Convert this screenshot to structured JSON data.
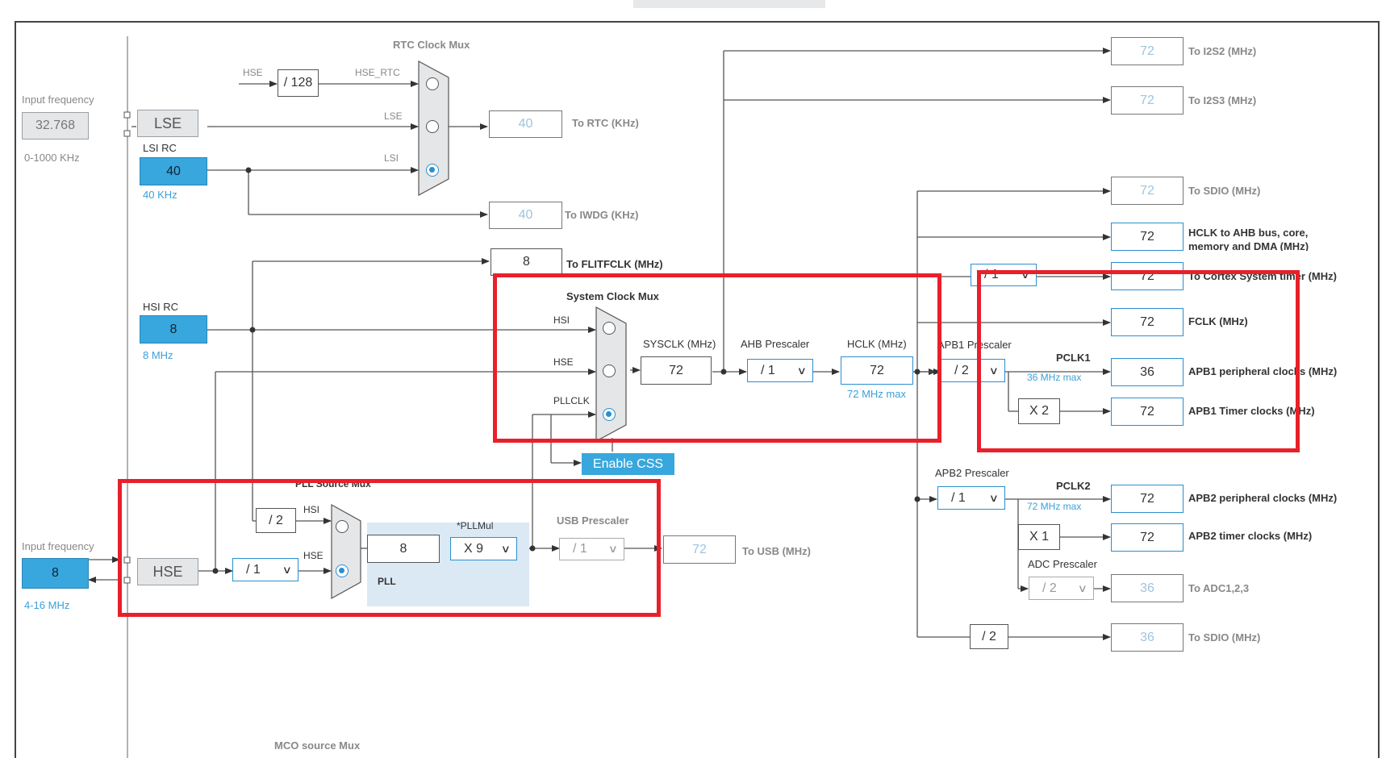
{
  "input_lse": {
    "label": "Input frequency",
    "value": "32.768",
    "range": "0-1000 KHz"
  },
  "input_hse": {
    "label": "Input frequency",
    "value": "8",
    "range": "4-16 MHz"
  },
  "lse": {
    "label": "LSE"
  },
  "lsi": {
    "title": "LSI RC",
    "value": "40",
    "unit": "40 KHz"
  },
  "hsi": {
    "title": "HSI RC",
    "value": "8",
    "unit": "8 MHz"
  },
  "hse": {
    "label": "HSE"
  },
  "rtc_mux": {
    "title": "RTC Clock Mux",
    "in_hse": "HSE",
    "div": "/ 128",
    "hse_rtc": "HSE_RTC",
    "lse": "LSE",
    "lsi": "LSI"
  },
  "outputs_left": {
    "rtc": {
      "value": "40",
      "label": "To RTC (KHz)"
    },
    "iwdg": {
      "value": "40",
      "label": "To IWDG (KHz)"
    },
    "flit": {
      "value": "8",
      "label": "To FLITFCLK (MHz)"
    }
  },
  "sysmux": {
    "title": "System Clock Mux",
    "hsi": "HSI",
    "hse": "HSE",
    "pllclk": "PLLCLK"
  },
  "sysclk": {
    "label": "SYSCLK (MHz)",
    "value": "72"
  },
  "ahb": {
    "label": "AHB Prescaler",
    "value": "/ 1"
  },
  "hclk": {
    "label": "HCLK (MHz)",
    "value": "72",
    "max": "72 MHz max"
  },
  "apb1": {
    "label": "APB1 Prescaler",
    "value": "/ 2",
    "pclk": "PCLK1",
    "max": "36 MHz max",
    "timer_mult": "X 2"
  },
  "apb2": {
    "label": "APB2 Prescaler",
    "value": "/ 1",
    "pclk": "PCLK2",
    "max": "72 MHz max",
    "timer_mult": "X 1"
  },
  "adc": {
    "label": "ADC Prescaler",
    "value": "/ 2"
  },
  "cortex_div": {
    "value": "/ 1"
  },
  "sdio_div": {
    "value": "/ 2"
  },
  "css": {
    "label": "Enable CSS"
  },
  "pll": {
    "src_title": "PLL Source Mux",
    "div2": "/ 2",
    "hsi": "HSI",
    "hse": "HSE",
    "hse_div": "/ 1",
    "input": "8",
    "mul_label": "*PLLMul",
    "mul": "X 9",
    "title": "PLL"
  },
  "usb": {
    "label": "USB Prescaler",
    "value": "/ 1",
    "out": "72",
    "out_label": "To USB (MHz)"
  },
  "mco": {
    "title": "MCO source Mux"
  },
  "outputs": [
    {
      "value": "72",
      "label": "To I2S2 (MHz)"
    },
    {
      "value": "72",
      "label": "To I2S3 (MHz)"
    },
    {
      "value": "72",
      "label": "To SDIO (MHz)"
    },
    {
      "value": "72",
      "label": "HCLK to AHB bus, core,",
      "label2": "memory and DMA (MHz)"
    },
    {
      "value": "72",
      "label": "To Cortex System timer (MHz)"
    },
    {
      "value": "72",
      "label": "FCLK (MHz)"
    },
    {
      "value": "36",
      "label": "APB1 peripheral clocks (MHz)"
    },
    {
      "value": "72",
      "label": "APB1 Timer clocks (MHz)"
    },
    {
      "value": "72",
      "label": "APB2 peripheral clocks (MHz)"
    },
    {
      "value": "72",
      "label": "APB2 timer clocks (MHz)"
    },
    {
      "value": "36",
      "label": "To ADC1,2,3"
    },
    {
      "value": "36",
      "label": "To SDIO (MHz)"
    }
  ],
  "colors": {
    "accent": "#38a7dd",
    "highlight": "#e8202a",
    "pll_panel": "#dbe9f5"
  }
}
